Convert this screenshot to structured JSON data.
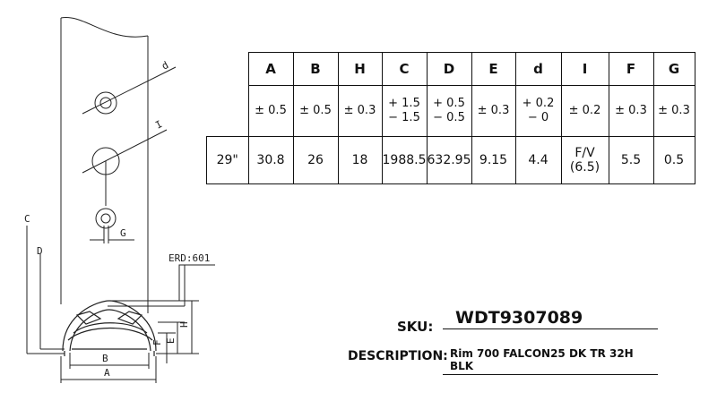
{
  "drawing": {
    "labels": {
      "small_hole": "d",
      "large_hole": "I",
      "g": "G",
      "c": "C",
      "d": "D",
      "erd": "ERD:601",
      "h": "H",
      "e": "E",
      "f": "F",
      "b": "B",
      "a": "A"
    }
  },
  "table": {
    "headers": [
      "A",
      "B",
      "H",
      "C",
      "D",
      "E",
      "d",
      "I",
      "F",
      "G"
    ],
    "tolerances": [
      [
        "± 0.5"
      ],
      [
        "± 0.5"
      ],
      [
        "± 0.3"
      ],
      [
        "+ 1.5",
        "− 1.5"
      ],
      [
        "+ 0.5",
        "− 0.5"
      ],
      [
        "± 0.3"
      ],
      [
        "+ 0.2",
        "− 0"
      ],
      [
        "± 0.2"
      ],
      [
        "± 0.3"
      ],
      [
        "± 0.3"
      ]
    ],
    "row_label": "29\"",
    "values": [
      "30.8",
      "26",
      "18",
      "1988.5",
      "632.95",
      "9.15",
      "4.4",
      "F/V (6.5)",
      "5.5",
      "0.5"
    ]
  },
  "sku": {
    "label": "SKU:",
    "value": "WDT9307089"
  },
  "description": {
    "label": "DESCRIPTION:",
    "value": "Rim 700 FALCON25 DK TR 32H BLK"
  }
}
